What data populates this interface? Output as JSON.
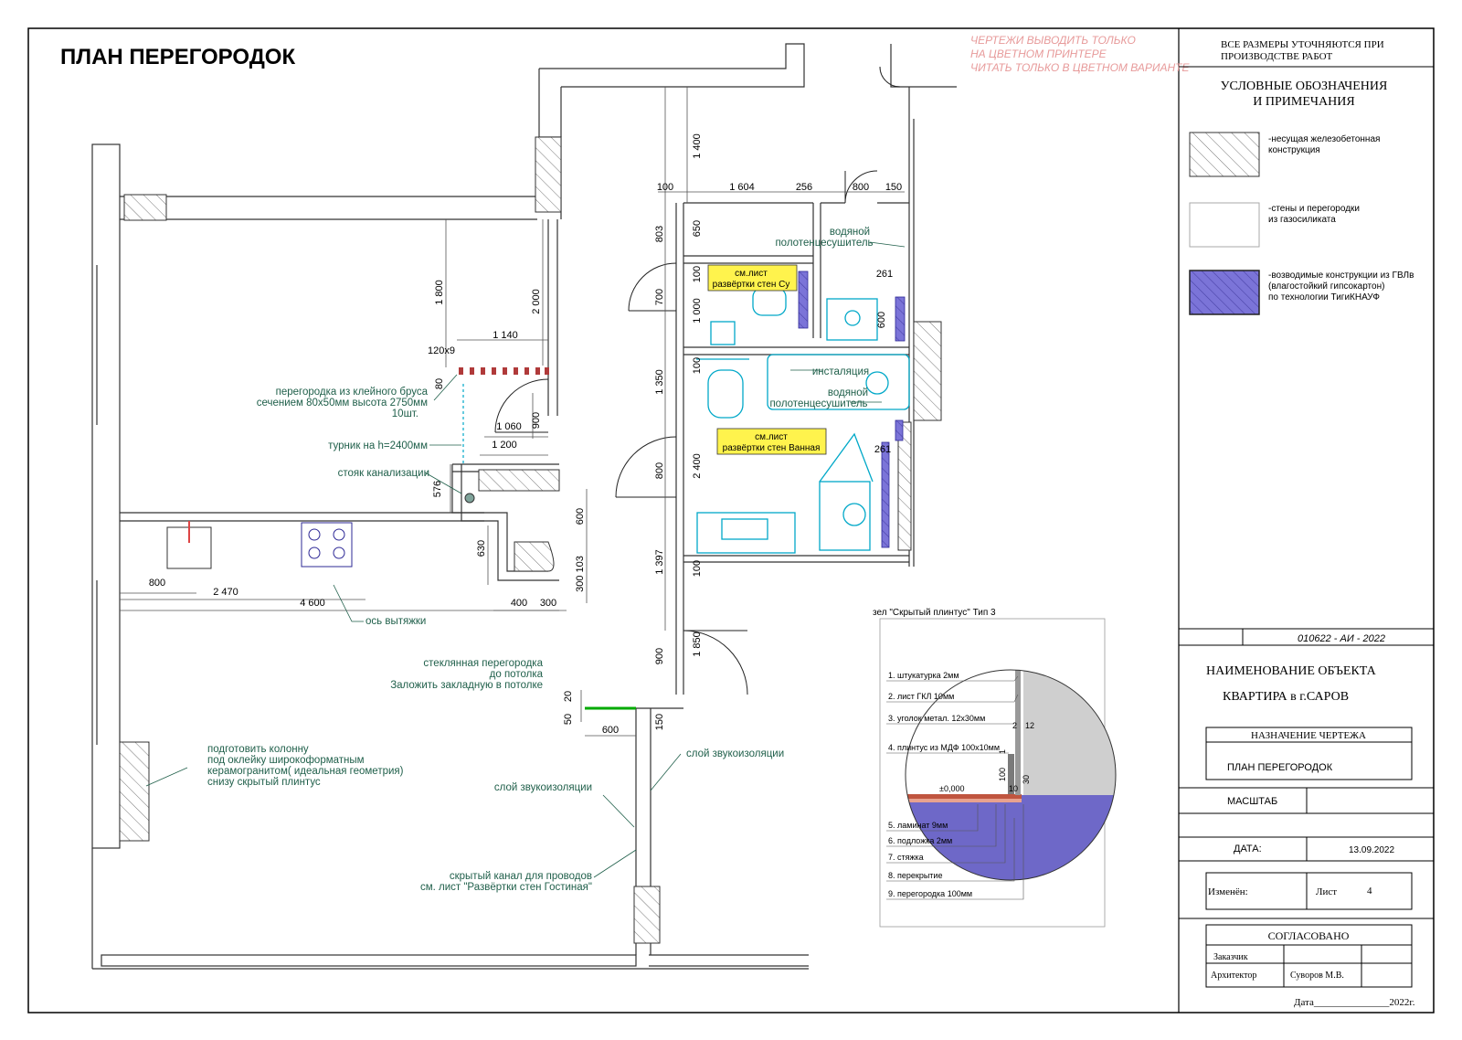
{
  "title": "ПЛАН ПЕРЕГОРОДОК",
  "print_note": [
    "ЧЕРТЕЖИ ВЫВОДИТЬ ТОЛЬКО",
    "НА ЦВЕТНОМ ПРИНТЕРЕ",
    "ЧИТАТЬ ТОЛЬКО В ЦВЕТНОМ ВАРИАНТЕ"
  ],
  "colors": {
    "accent_text": "#1f5f4a",
    "gvl_fill": "#7b74d8",
    "gas_line": "#00a8c8",
    "note_red": "#e79a9a",
    "highlight": "#fff34d"
  },
  "legend": {
    "top_note": [
      "ВСЕ РАЗМЕРЫ УТОЧНЯЮТСЯ ПРИ",
      "ПРОИЗВОДСТВЕ РАБОТ"
    ],
    "heading": [
      "УСЛОВНЫЕ ОБОЗНАЧЕНИЯ",
      "И ПРИМЕЧАНИЯ"
    ],
    "items": [
      {
        "lines": [
          "-несущая железобетонная",
          "конструкция"
        ],
        "swatch": "hatch"
      },
      {
        "lines": [
          "-стены и перегородки",
          "из газосиликата"
        ],
        "swatch": "plain"
      },
      {
        "lines": [
          "-возводимые конструкции из ГВЛв",
          "(влагостойкий гипсокартон)",
          "по технологии ТигиКНАУФ"
        ],
        "swatch": "purple"
      }
    ]
  },
  "stamp": {
    "code": "010622 - АИ - 2022",
    "object_label": "НАИМЕНОВАНИЕ ОБЪЕКТА",
    "object_value": "КВАРТИРА в г.САРОВ",
    "purpose_label": "НАЗНАЧЕНИЕ ЧЕРТЕЖА",
    "purpose_value": "ПЛАН ПЕРЕГОРОДОК",
    "scale_label": "МАСШТАБ",
    "date_label": "ДАТА:",
    "date_value": "13.09.2022",
    "changed_label": "Изменён:",
    "sheet_label": "Лист",
    "sheet_value": "4",
    "approved_label": "СОГЛАСОВАНО",
    "customer_label": "Заказчик",
    "architect_label": "Архитектор",
    "architect_value": "Суворов М.В.",
    "date_line": "Дата_______________2022г."
  },
  "labels": {
    "l1": [
      "перегородка из клейного бруса",
      "сечением 80х50мм высота 2750мм",
      "10шт."
    ],
    "l2": "турник на h=2400мм",
    "l3": "стояк канализации",
    "l4": "ось вытяжки",
    "l5": [
      "стеклянная перегородка",
      "до потолка",
      "Заложить закладную в потолке"
    ],
    "l6": [
      "подготовить колонну",
      "под оклейку широкоформатным",
      "керамогранитом( идеальная геометрия)",
      "снизу скрытый плинтус"
    ],
    "l7": "слой звукоизоляции",
    "l8": "слой звукоизоляции",
    "l9": [
      "скрытый канал для проводов",
      "см. лист \"Развёртки стен Гостиная\""
    ],
    "l10": [
      "водяной",
      "полотенцесушитель"
    ],
    "l11": "инсталяция",
    "l12": [
      "водяной",
      "полотенцесушитель"
    ],
    "note_su": [
      "см.лист",
      "развёртки стен Су"
    ],
    "note_bath": [
      "см.лист",
      "развёртки стен Ванная"
    ]
  },
  "dims": {
    "d1400": "1 400",
    "d100a": "100",
    "d1604": "1 604",
    "d256": "256",
    "d800a": "800",
    "d150a": "150",
    "d803": "803",
    "d650": "650",
    "d100b": "100",
    "d700": "700",
    "d1000": "1 000",
    "d261a": "261",
    "d600a": "600",
    "d100c": "100",
    "d1350": "1 350",
    "d261b": "261",
    "d800b": "800",
    "d2400": "2 400",
    "d1397": "1 397",
    "d100d": "100",
    "d1850": "1 850",
    "d900a": "900",
    "d150b": "150",
    "d1800": "1 800",
    "d2000": "2 000",
    "d1140": "1 140",
    "d120x9": "120х9",
    "d80": "80",
    "d1060": "1 060",
    "d900b": "900",
    "d1200": "1 200",
    "d576": "576",
    "d630": "630",
    "d600b": "600",
    "d300103": "300 103",
    "d800c": "800",
    "d2470": "2 470",
    "d4600": "4 600",
    "d400": "400",
    "d300": "300",
    "d20": "20",
    "d50": "50",
    "d600c": "600"
  },
  "detail": {
    "title": "зел \"Скрытый плинтус\" Тип 3",
    "items": [
      "1. штукатурка 2мм",
      "2. лист ГКЛ 10мм",
      "3. уголок метал. 12х30мм",
      "4. плинтус из МДФ 100х10мм",
      "5. ламинат 9мм",
      "6. подложка 2мм",
      "7. стяжка",
      "8. перекрытие",
      "9. перегородка 100мм"
    ],
    "level": "±0,000",
    "dims": {
      "a": "2",
      "b": "12",
      "c": "100",
      "d": "1",
      "e": "10",
      "f": "30"
    }
  }
}
